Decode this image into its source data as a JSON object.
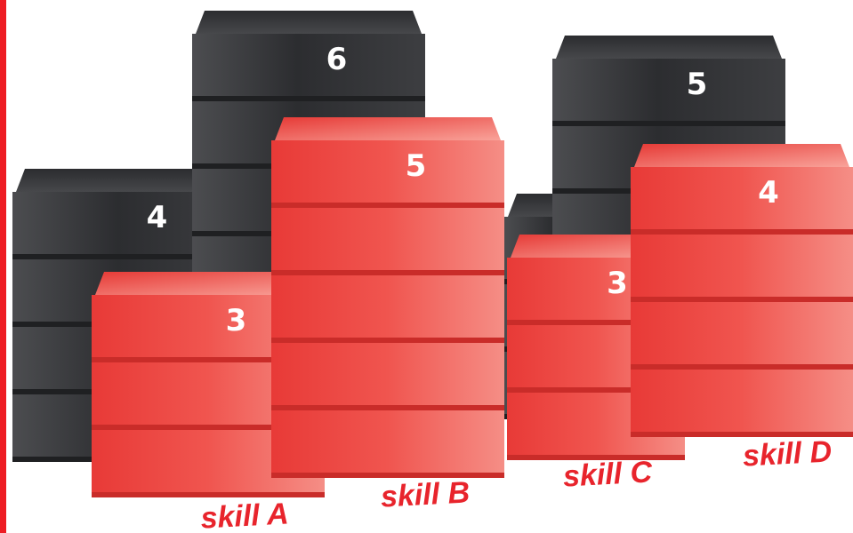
{
  "chart_data": {
    "type": "bar",
    "categories": [
      "skill A",
      "skill B",
      "skill C",
      "skill D"
    ],
    "series": [
      {
        "values": [
          4,
          6,
          3,
          5
        ]
      },
      {
        "values": [
          3,
          5,
          3,
          4
        ]
      }
    ],
    "colors": {
      "dark": "#3a3b3d",
      "red": "#ef3b3b",
      "label": "#e8242c",
      "edge": "#ee1c24"
    }
  }
}
